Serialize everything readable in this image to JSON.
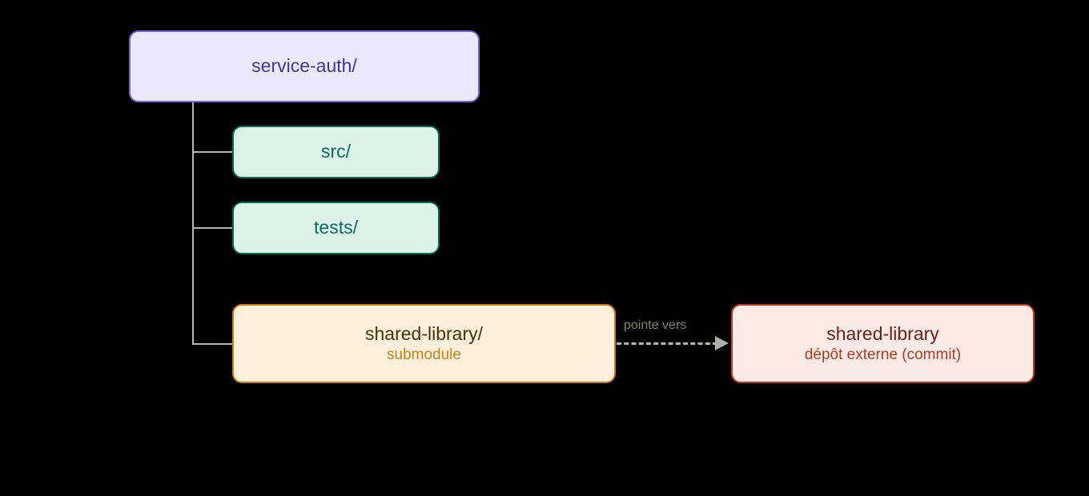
{
  "diagram": {
    "type": "directory-tree",
    "background_color": "#000000",
    "nodes": [
      {
        "id": "root",
        "label": "service-auth/",
        "subtitle": "",
        "fill": "#ece9fc",
        "stroke": "#7b61d9",
        "text_color": "#463399"
      },
      {
        "id": "src",
        "label": "src/",
        "subtitle": "",
        "fill": "#dcf2e9",
        "stroke": "#046b55",
        "text_color": "#0b6b5e"
      },
      {
        "id": "tests",
        "label": "tests/",
        "subtitle": "",
        "fill": "#dcf2e9",
        "stroke": "#046b55",
        "text_color": "#0b6b5e"
      },
      {
        "id": "submodule",
        "label": "shared-library/",
        "subtitle": "submodule",
        "fill": "#fcefdc",
        "stroke": "#c97b17",
        "text_color": "#4a3208",
        "subtitle_color": "#c98017"
      },
      {
        "id": "external",
        "label": "shared-library",
        "subtitle": "dépôt externe (commit)",
        "fill": "#fbeae6",
        "stroke": "#c0391b",
        "text_color": "#6b2215",
        "subtitle_color": "#b03a22"
      }
    ],
    "edges": [
      {
        "id": "root-src",
        "from": "root",
        "to": "src",
        "style": "solid",
        "label": ""
      },
      {
        "id": "root-tests",
        "from": "root",
        "to": "tests",
        "style": "solid",
        "label": ""
      },
      {
        "id": "root-submodule",
        "from": "root",
        "to": "submodule",
        "style": "solid",
        "label": ""
      },
      {
        "id": "points-to",
        "from": "submodule",
        "to": "external",
        "style": "dashed",
        "label": "pointe vers",
        "label_color": "#7d8473",
        "line_color": "#b8b5ad"
      }
    ]
  }
}
